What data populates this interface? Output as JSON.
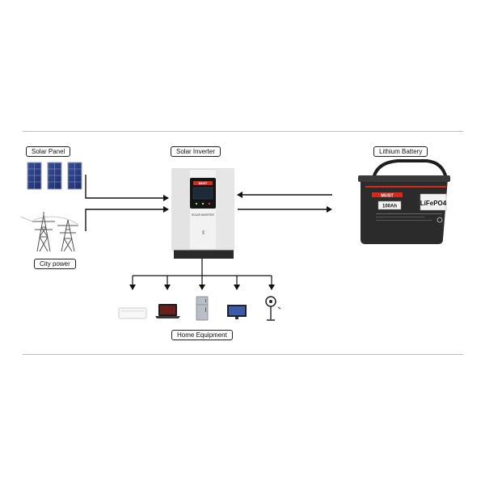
{
  "labels": {
    "solar_panel": "Solar Panel",
    "solar_inverter": "Solar Inverter",
    "lithium_battery": "Lithium Battery",
    "city_power": "City power",
    "home_equipment": "Home Equipment"
  },
  "inverter": {
    "brand": "MUST",
    "model": "SOLAR INVERTER"
  },
  "battery": {
    "brand": "MUST",
    "capacity": "100Ah",
    "chemistry": "LiFePO4"
  },
  "colors": {
    "line": "#111111",
    "rule": "#bdbdbd",
    "brand_red": "#d32a1e",
    "battery_body": "#2b2b2b",
    "inverter_body": "#f2f2f2"
  },
  "devices": [
    "router-icon",
    "laptop-icon",
    "refrigerator-icon",
    "monitor-icon",
    "fan-icon"
  ]
}
